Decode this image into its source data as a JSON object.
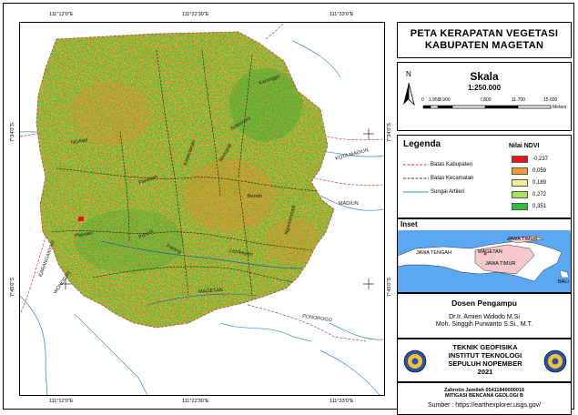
{
  "map": {
    "coords_top": [
      "111°12'0\"E",
      "111°22'30\"E",
      "111°33'0\"E"
    ],
    "coords_bottom": [
      "111°12'0\"E",
      "111°22'30\"E",
      "111°33'0\"E"
    ],
    "coords_right": [
      "7°34'0\"S",
      "7°45'0\"S"
    ],
    "coords_left": [
      "7°34'0\"S",
      "7°45'0\"S"
    ],
    "labels": {
      "karanggo": "Karanggo",
      "ngawi": "NGAWI",
      "karanganyar": "KARANGANYAR",
      "wonogiri": "WONOGIRI",
      "ponorogo": "PONOROGO",
      "madiun_upper": "KOTA MADIUN",
      "madiun": "MADIUN",
      "magetan": "MAGETAN",
      "maospati": "Maospati",
      "panekan": "Panekan",
      "kawedanan": "Kawedanan",
      "plaosan": "Plaosan",
      "poncol": "Poncol",
      "parang": "Parang",
      "lembeyan": "Lembeyan",
      "bendo": "Bendo",
      "sukomoro": "Sukomoro",
      "nguntoronadi": "Nguntoronadi"
    }
  },
  "title": {
    "line1": "PETA KERAPATAN VEGETASI",
    "line2": "KABUPATEN MAGETAN"
  },
  "scale": {
    "north": "N",
    "heading": "Skala",
    "ratio": "1:250.000",
    "ticks": [
      "0",
      "1.950",
      "3.900",
      "7.800",
      "11.700",
      "15.600"
    ],
    "unit": "Meters"
  },
  "legend": {
    "heading": "Legenda",
    "ndvi_heading": "Nilai NDVI",
    "lines": [
      {
        "label": "Batas Kabupaten",
        "color": "#d04040"
      },
      {
        "label": "Batas Kecamatan",
        "color": "#333333"
      },
      {
        "label": "Sungai Artileri",
        "color": "#3a8fd8"
      }
    ],
    "classes": [
      {
        "value": "-0,237",
        "color": "#e8141c"
      },
      {
        "value": "0,059",
        "color": "#f29a2e"
      },
      {
        "value": "0,189",
        "color": "#f7f08a"
      },
      {
        "value": "0,272",
        "color": "#a6e55a"
      },
      {
        "value": "0,351",
        "color": "#2fbf3a"
      }
    ]
  },
  "inset": {
    "heading": "Inset",
    "jawa_tengah": "JAWA TENGAH",
    "magetan": "MAGETAN",
    "jawa_timur": "JAWA TIMUR",
    "jawa_timur2": "JAWA TIMUR",
    "bali": "BALI"
  },
  "dosen": {
    "heading": "Dosen Pengampu",
    "name1": "Dr.Ir. Amien Widodo M.Si",
    "name2": "Moh. Singgih Purwanto S.Si., M.T."
  },
  "institution": {
    "line1": "TEKNIK GEOFISIKA",
    "line2": "INSTITUT TEKNOLOGI",
    "line3": "SEPULUH NOPEMBER",
    "year": "2021"
  },
  "credit": {
    "author": "Zahrotin Jamilah 05411840000016",
    "course": "MITIGASI BENCANA GEOLOGI B",
    "source": "Sumber : https://earthexplorer.usgs.gov/"
  }
}
